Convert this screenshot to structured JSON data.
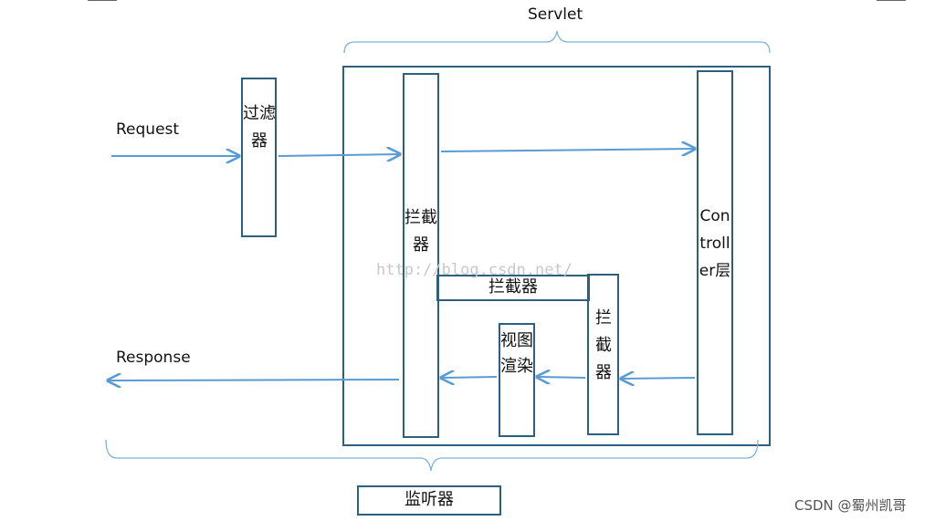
{
  "labels": {
    "servlet": "Servlet",
    "request": "Request",
    "response": "Response",
    "filter": "过滤器",
    "interceptor_left": "拦截器",
    "interceptor_horizontal": "拦截器",
    "interceptor_right": "拦截器",
    "controller": "Controller层",
    "view_render": "视图渲染",
    "listener": "监听器"
  },
  "watermark": "http://blog.csdn.net/",
  "credit": "CSDN @蜀州凯哥",
  "colors": {
    "box_stroke": "#2f5f7f",
    "arrow": "#5b9bd5",
    "brace": "#7fb2d8"
  }
}
